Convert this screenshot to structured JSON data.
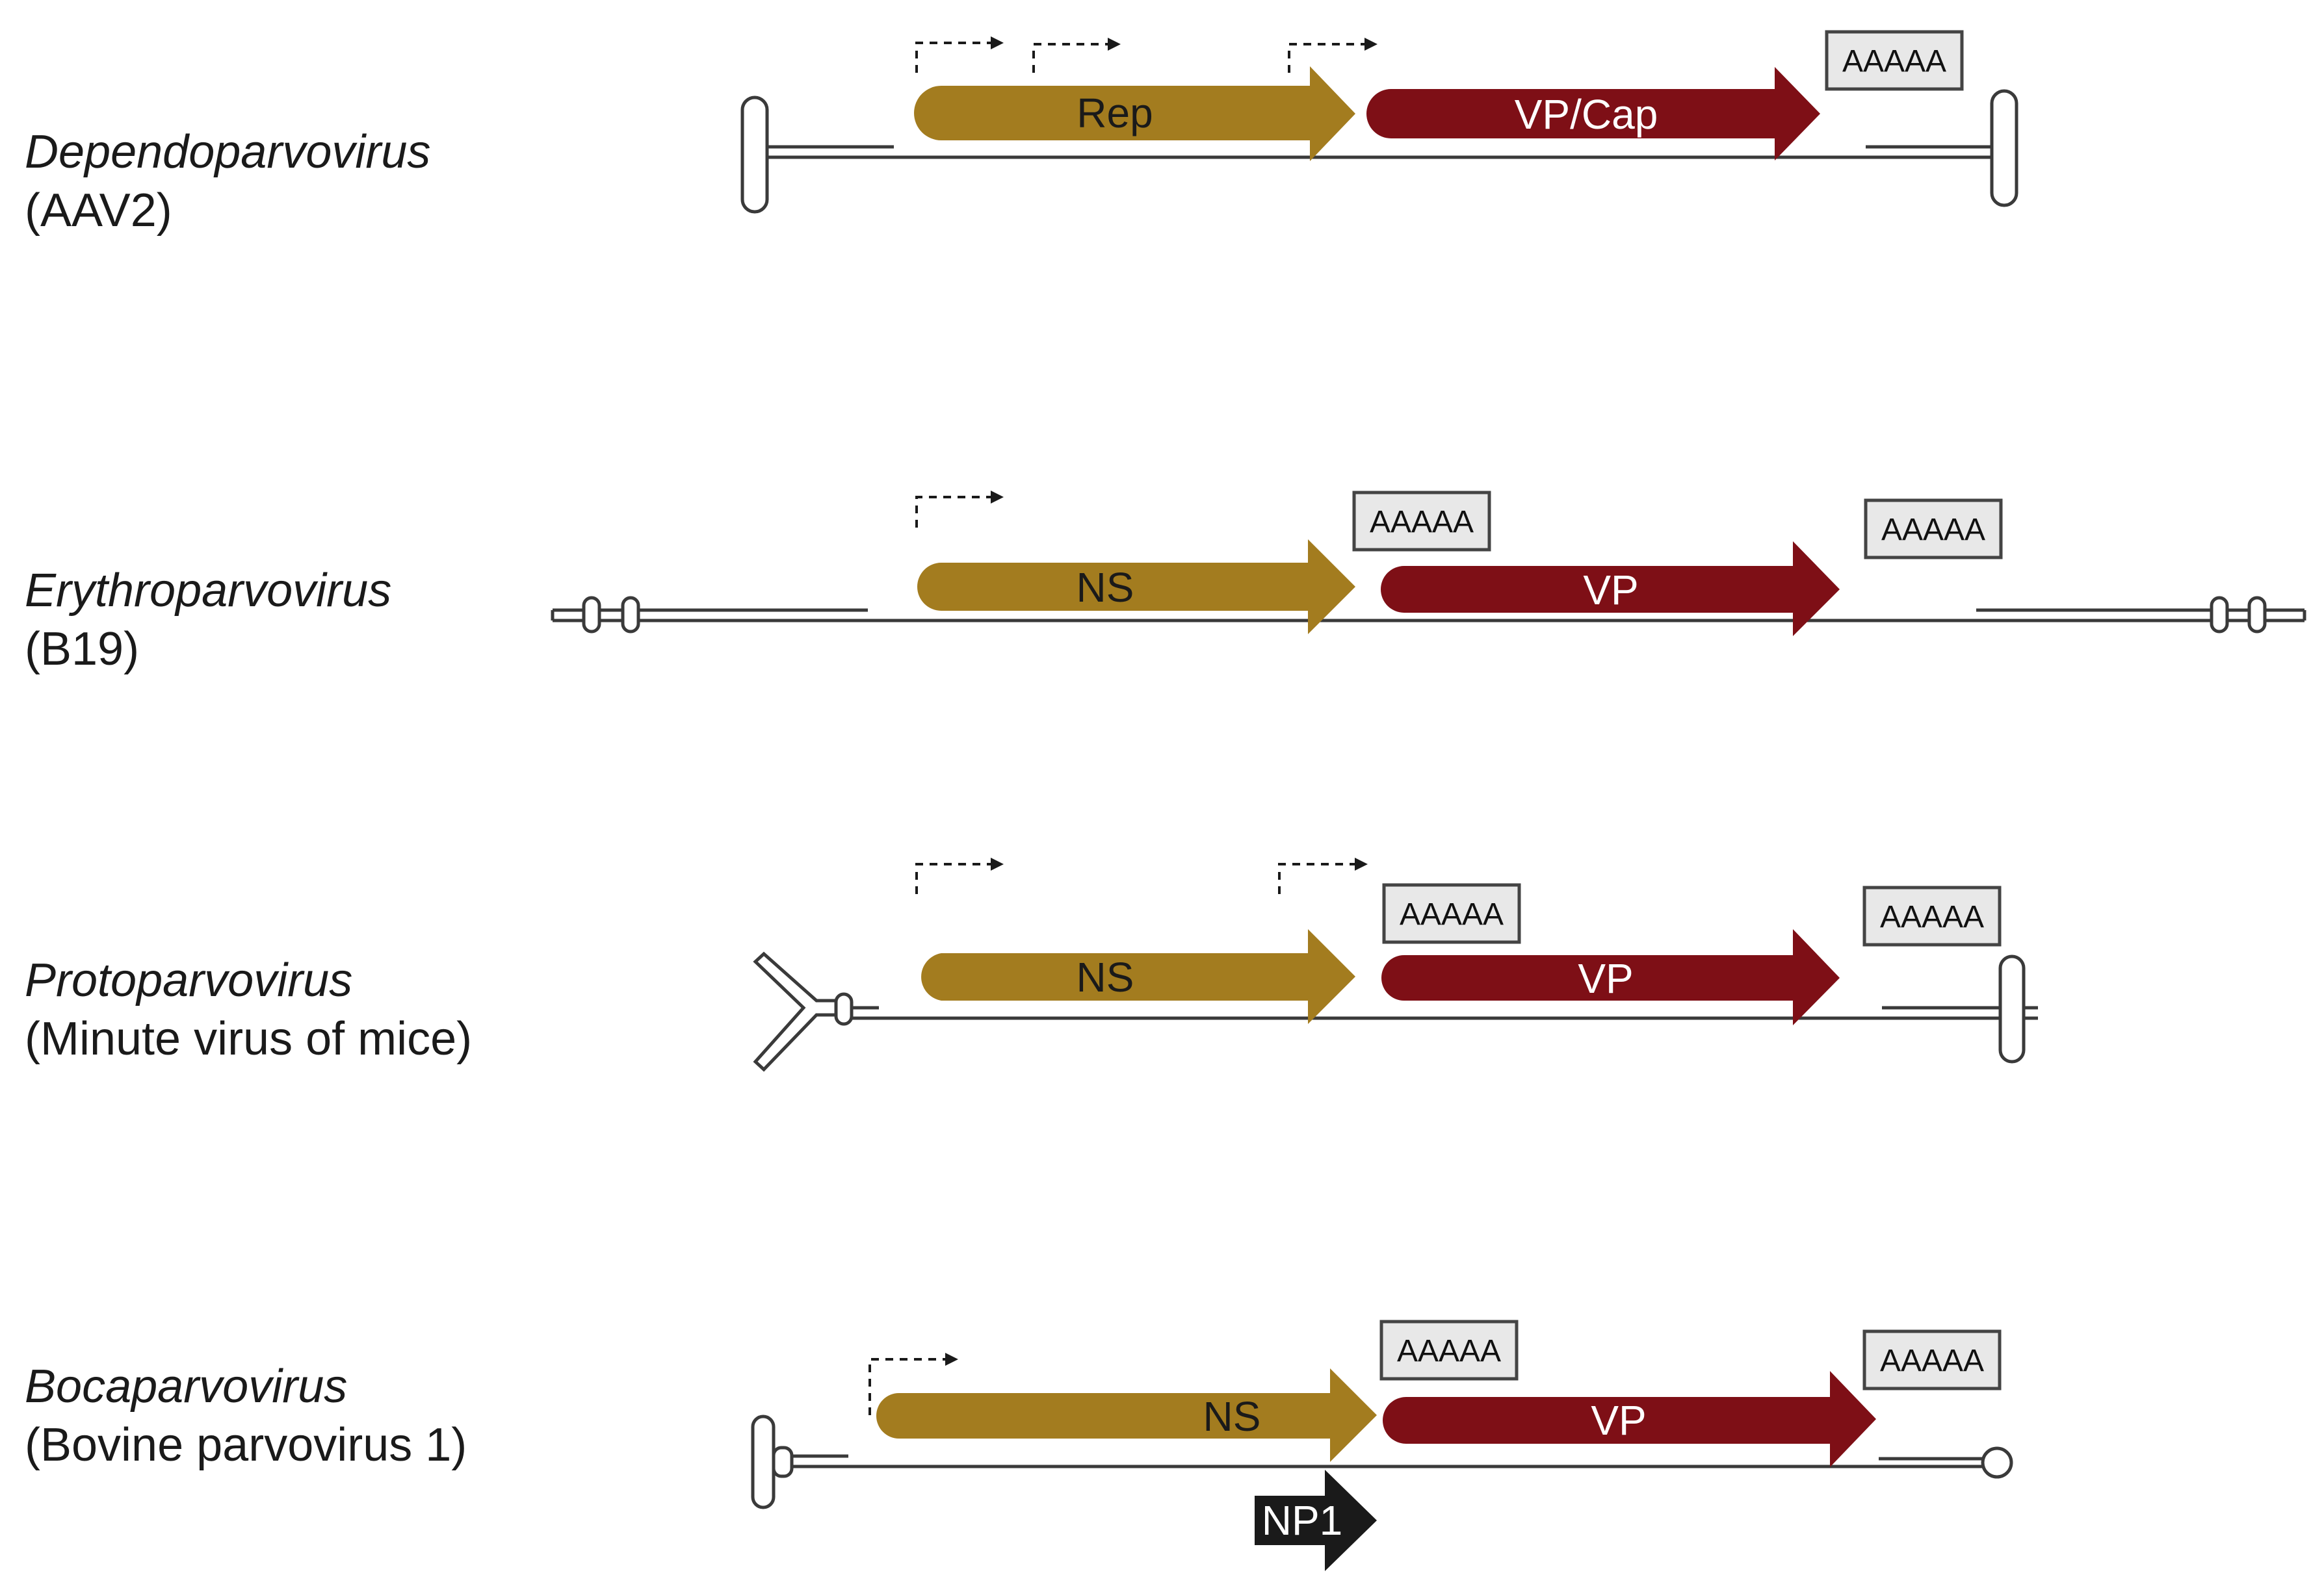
{
  "colors": {
    "ns_gene": "#a37c1f",
    "vp_gene": "#7e0f16",
    "np1_gene": "#1a1a1a",
    "backbone": "#3a3a3a"
  },
  "polya_label": "AAAAA",
  "genomes": [
    {
      "genus": "Dependoparvovirus",
      "strain": "(AAV2)",
      "genes": [
        {
          "label": "Rep"
        },
        {
          "label": "VP/Cap"
        }
      ]
    },
    {
      "genus": "Erythroparvovirus",
      "strain": "(B19)",
      "genes": [
        {
          "label": "NS"
        },
        {
          "label": "VP"
        }
      ]
    },
    {
      "genus": "Protoparvovirus",
      "strain": "(Minute virus of mice)",
      "genes": [
        {
          "label": "NS"
        },
        {
          "label": "VP"
        }
      ]
    },
    {
      "genus": "Bocaparvovirus",
      "strain": "(Bovine parvovirus 1)",
      "genes": [
        {
          "label": "NS"
        },
        {
          "label": "VP"
        },
        {
          "label": "NP1"
        }
      ]
    }
  ]
}
